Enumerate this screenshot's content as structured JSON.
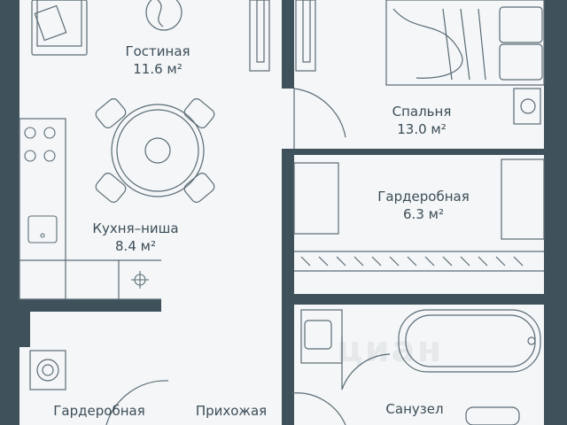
{
  "colors": {
    "wall": "#3f525c",
    "floor": "#f4f6f7",
    "fixture": "#5a6b75"
  },
  "rooms": {
    "living": {
      "name": "Гостиная",
      "area": "11.6 м²"
    },
    "bedroom": {
      "name": "Спальня",
      "area": "13.0 м²"
    },
    "kitchen": {
      "name": "Кухня–ниша",
      "area": "8.4 м²"
    },
    "wardrobe": {
      "name": "Гардеробная",
      "area": "6.3 м²"
    },
    "wardrobe2": {
      "name": "Гардеробная",
      "area": ""
    },
    "hallway": {
      "name": "Прихожая",
      "area": ""
    },
    "bathroom": {
      "name": "Санузел",
      "area": ""
    }
  },
  "watermark": "циан"
}
